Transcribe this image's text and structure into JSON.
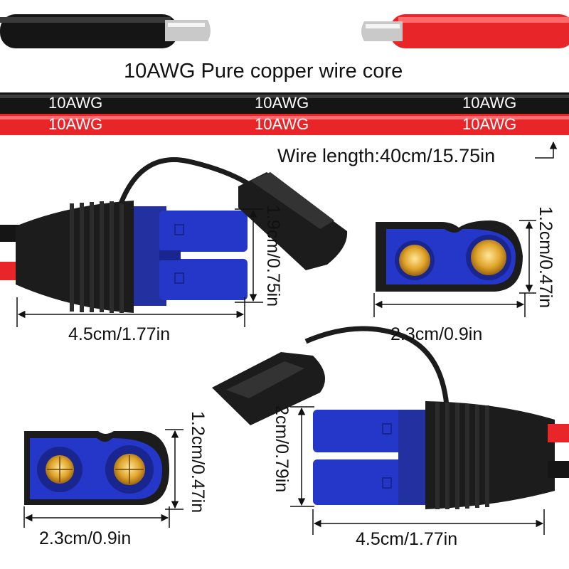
{
  "title": "10AWG Pure copper wire core",
  "wire_labels": {
    "black": [
      "10AWG",
      "10AWG",
      "10AWG"
    ],
    "red": [
      "10AWG",
      "10AWG",
      "10AWG"
    ]
  },
  "wire_length": "Wire length:40cm/15.75in",
  "dimensions": {
    "female_side_width": "4.5cm/1.77in",
    "female_side_height": "1.9cm/0.75in",
    "female_face_width": "2.3cm/0.9in",
    "female_face_height": "1.2cm/0.47in",
    "male_face_width": "2.3cm/0.9in",
    "male_face_height": "1.2cm/0.47in",
    "male_side_width": "4.5cm/1.77in",
    "male_side_height": "2cm/0.79in"
  },
  "colors": {
    "wire_black": "#151515",
    "wire_red": "#e8262a",
    "connector_blue": "#1f2fb0",
    "housing_black": "#1c1c1c",
    "contact_gold": "#d9a330"
  }
}
